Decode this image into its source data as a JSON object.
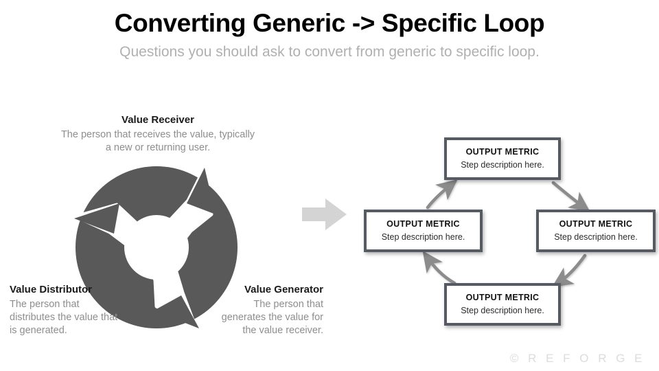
{
  "header": {
    "title": "Converting Generic -> Specific Loop",
    "subtitle": "Questions you should ask to convert from generic to specific loop."
  },
  "generic_loop": {
    "icon_name": "circular-loop-arrows-icon",
    "roles": [
      {
        "key": "value_receiver",
        "title": "Value Receiver",
        "description": "The person that receives the value, typically a new or returning user.",
        "align": "center"
      },
      {
        "key": "value_distributor",
        "title": "Value Distributor",
        "description": "The person that distributes the value that is generated.",
        "align": "left"
      },
      {
        "key": "value_generator",
        "title": "Value Generator",
        "description": "The person that generates the value for the value receiver.",
        "align": "right"
      }
    ]
  },
  "transition": {
    "icon_name": "right-arrow-icon"
  },
  "specific_loop": {
    "flow_direction": "clockwise",
    "boxes": [
      {
        "position": "top",
        "title": "OUTPUT METRIC",
        "description": "Step description here."
      },
      {
        "position": "right",
        "title": "OUTPUT METRIC",
        "description": "Step description here."
      },
      {
        "position": "bottom",
        "title": "OUTPUT METRIC",
        "description": "Step description here."
      },
      {
        "position": "left",
        "title": "OUTPUT METRIC",
        "description": "Step description here."
      }
    ],
    "connectors": [
      {
        "from": "top",
        "to": "right"
      },
      {
        "from": "right",
        "to": "bottom"
      },
      {
        "from": "bottom",
        "to": "left"
      },
      {
        "from": "left",
        "to": "top"
      }
    ]
  },
  "footer": {
    "watermark": "© R E F O R G E"
  },
  "colors": {
    "loop_gray": "#595959",
    "box_border": "#565b63",
    "connector_gray": "#8c8c8c",
    "subtitle_gray": "#b0b0b0",
    "description_gray": "#8e8e8e",
    "mid_arrow_gray": "#d4d4d4",
    "watermark_gray": "#dcdcdc",
    "background": "#ffffff"
  }
}
